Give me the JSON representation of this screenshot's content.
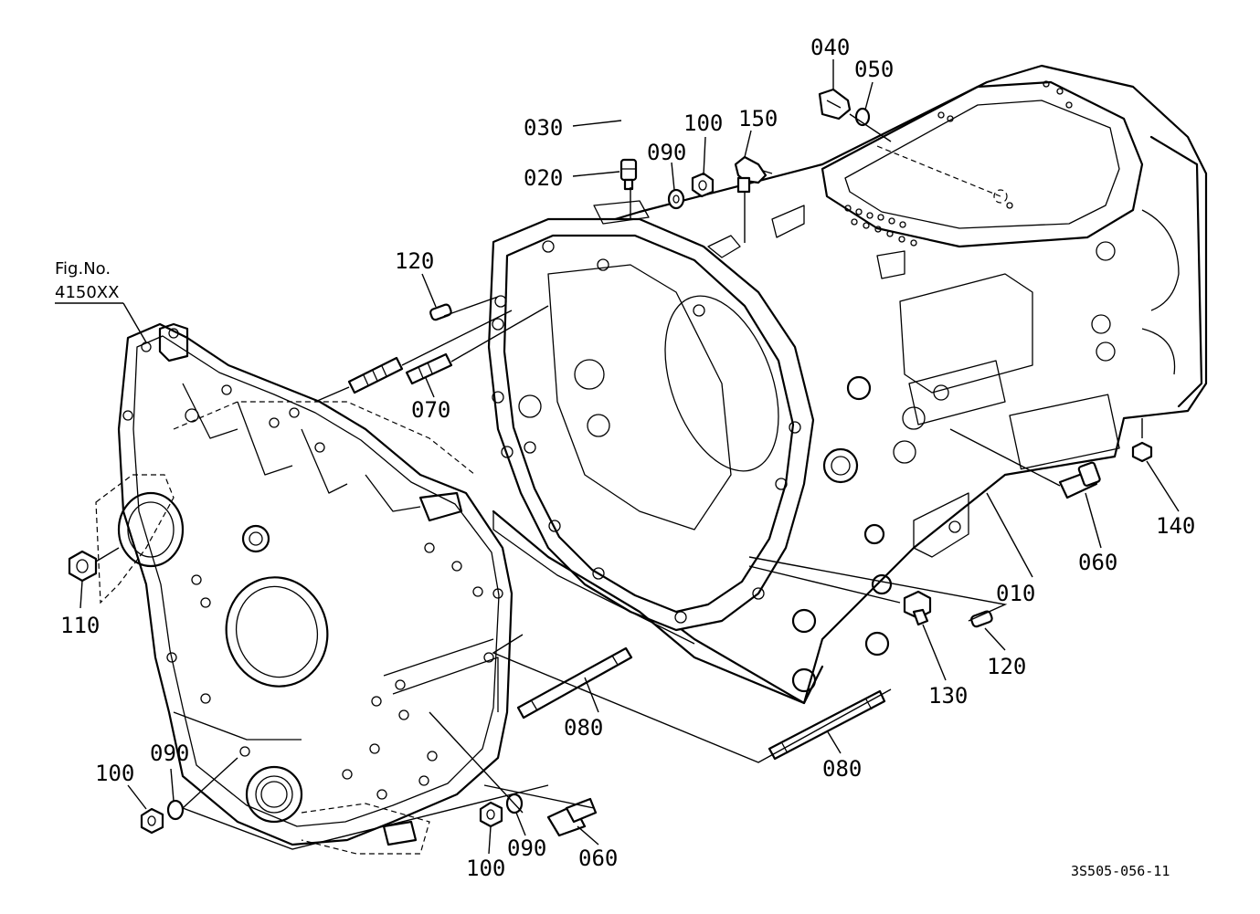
{
  "figure_reference": {
    "line1": "Fig.No.",
    "line2": "4150XX"
  },
  "drawing_code": "3S505-056-11",
  "callouts": {
    "c010": "010",
    "c020": "020",
    "c030": "030",
    "c040": "040",
    "c050": "050",
    "c060_right": "060",
    "c060_bottom": "060",
    "c070": "070",
    "c080_mid": "080",
    "c080_low": "080",
    "c090_top": "090",
    "c090_left": "090",
    "c090_bottom": "090",
    "c100_top": "100",
    "c100_left": "100",
    "c100_bottom": "100",
    "c110": "110",
    "c120_top": "120",
    "c120_right": "120",
    "c130": "130",
    "c140": "140",
    "c150": "150"
  }
}
